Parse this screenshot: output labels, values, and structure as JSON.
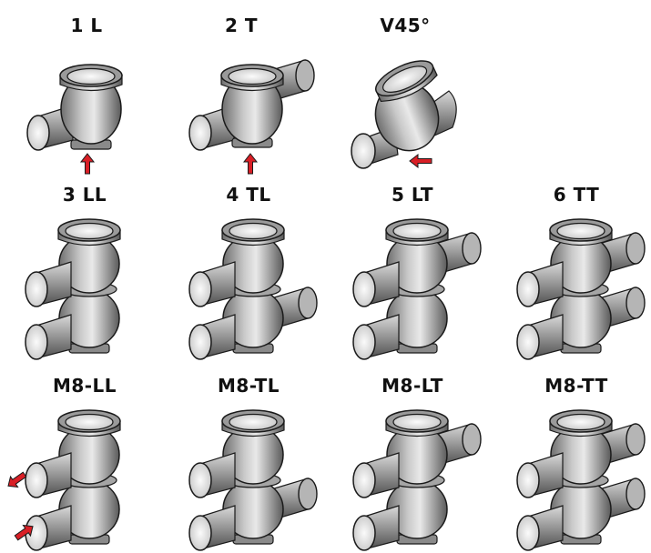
{
  "colors": {
    "pipe_light": "#f2f2f2",
    "pipe_mid": "#a9a9a9",
    "pipe_dark": "#5e5e5e",
    "outline": "#1a1a1a",
    "arrow": "#d91f26"
  },
  "fittings": [
    {
      "label": "1 L",
      "stacks": 1,
      "left_outlet": "bottom",
      "right_outlet": "none",
      "arrow_icon": "up-arrow"
    },
    {
      "label": "2 T",
      "stacks": 1,
      "left_outlet": "bottom",
      "right_outlet": "top",
      "arrow_icon": "up-arrow"
    },
    {
      "label": "V45°",
      "stacks": 1,
      "left_outlet": "bottom",
      "right_outlet": "angled",
      "arrow_icon": "left-arrow"
    },
    {
      "label": "3 LL",
      "stacks": 2,
      "left_outlet": "both",
      "right_outlet": "none",
      "arrow_icon": ""
    },
    {
      "label": "4 TL",
      "stacks": 2,
      "left_outlet": "both",
      "right_outlet": "lower",
      "arrow_icon": ""
    },
    {
      "label": "5 LT",
      "stacks": 2,
      "left_outlet": "both",
      "right_outlet": "upper",
      "arrow_icon": ""
    },
    {
      "label": "6 TT",
      "stacks": 2,
      "left_outlet": "both",
      "right_outlet": "both",
      "arrow_icon": ""
    },
    {
      "label": "M8-LL",
      "stacks": 2,
      "left_outlet": "both",
      "right_outlet": "none",
      "arrow_icon": "diagonal-arrows"
    },
    {
      "label": "M8-TL",
      "stacks": 2,
      "left_outlet": "both",
      "right_outlet": "lower",
      "arrow_icon": ""
    },
    {
      "label": "M8-LT",
      "stacks": 2,
      "left_outlet": "both",
      "right_outlet": "upper",
      "arrow_icon": ""
    },
    {
      "label": "M8-TT",
      "stacks": 2,
      "left_outlet": "both",
      "right_outlet": "both",
      "arrow_icon": ""
    }
  ]
}
